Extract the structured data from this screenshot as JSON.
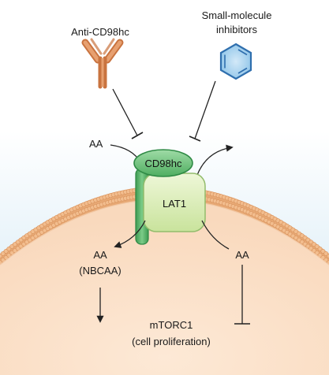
{
  "labels": {
    "antibody": "Anti-CD98hc",
    "inhibitors_line1": "Small-molecule",
    "inhibitors_line2": "inhibitors",
    "aa_outside": "AA",
    "cd98hc": "CD98hc",
    "lat1": "LAT1",
    "aa_inside_left": "AA",
    "nbcaa": "(NBCAA)",
    "aa_inside_right": "AA",
    "mtorc1": "mTORC1",
    "cell_proliferation": "(cell proliferation)"
  },
  "icons": {
    "antibody": "y-shaped-antibody-icon",
    "inhibitor": "benzene-ring-icon"
  },
  "colors": {
    "cell_fill": "#fbe2cc",
    "membrane_outer": "#e3a26f",
    "membrane_inner": "#f0c29a",
    "sky_top": "#ffffff",
    "sky_bottom": "#cfe7f4",
    "antibody": "#d98a54",
    "inhibitor_fill": "#a9d2ee",
    "inhibitor_stroke": "#3a78b4",
    "cd98hc_fill": "#6cc07a",
    "cd98hc_stroke": "#2f8a45",
    "lat1_fill": "#d6ecb0",
    "lat1_stroke": "#8fb86a",
    "arrow": "#222222"
  }
}
